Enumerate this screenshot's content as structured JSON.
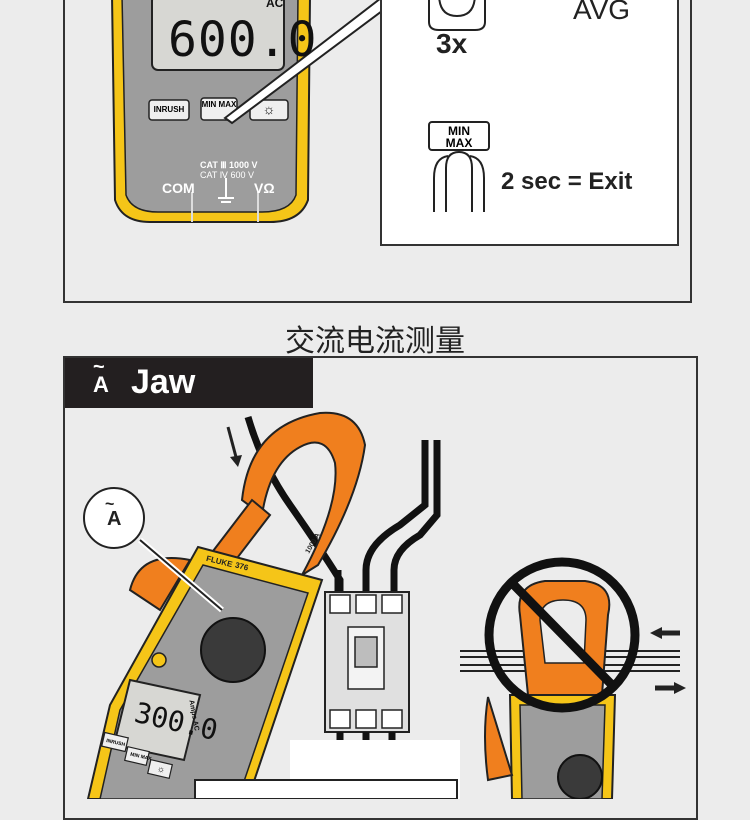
{
  "top_panel": {
    "display_reading": "600.0",
    "display_mode": "AC",
    "buttons": [
      "INRUSH",
      "MIN MAX",
      "☼"
    ],
    "terminal_com": "COM",
    "terminal_v": "VΩ",
    "cat_rating_1": "CAT Ⅲ 1000 V",
    "cat_rating_2": "CAT Ⅳ 600 V"
  },
  "callout": {
    "press_count": "3x",
    "mode_label": "AVG",
    "key_label_line1": "MIN",
    "key_label_line2": "MAX",
    "exit_instruction": "2 sec = Exit"
  },
  "section_title": "交流电流测量",
  "jaw_section": {
    "banner_symbol": "A",
    "banner_tilde": "~",
    "banner_label": "Jaw",
    "callout_symbol": "A",
    "brand": "FLUKE",
    "model": "376",
    "jaw_rating": "1000 A",
    "lcd_reading": "300.0",
    "lcd_units": "Amps AC",
    "bottom_buttons": [
      "INRUSH",
      "MIN MAX",
      "☼"
    ]
  },
  "colors": {
    "meter_yellow": "#f5c518",
    "meter_gray": "#9d9d9d",
    "jaw_orange": "#f07f1e",
    "panel_border": "#333333",
    "background": "#ececec"
  }
}
